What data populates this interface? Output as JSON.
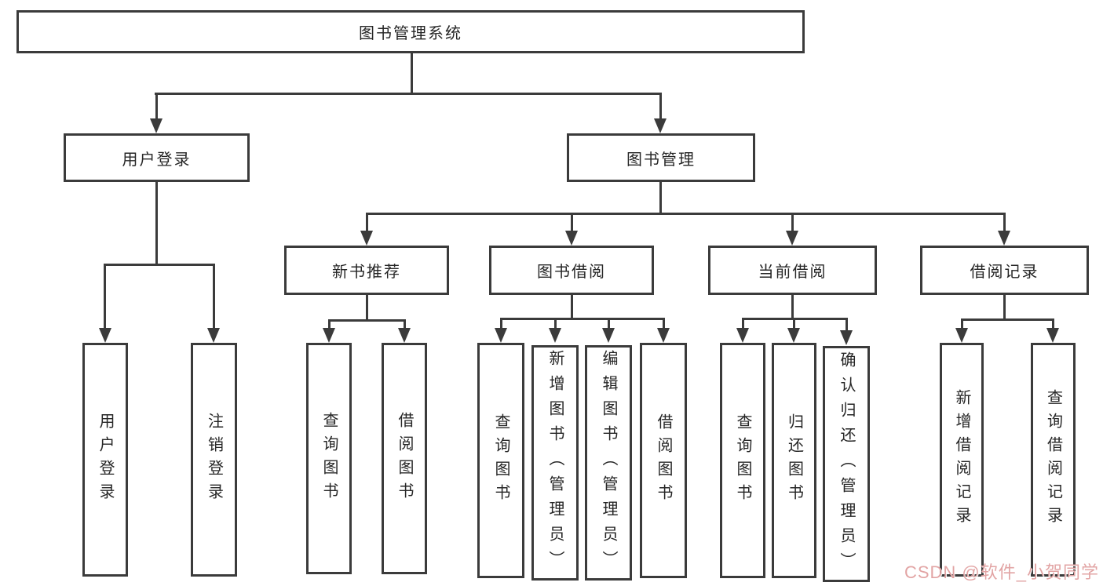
{
  "tree": {
    "root_label": "图书管理系统",
    "branches": [
      {
        "label": "用户登录",
        "children": [
          "用户登录",
          "注销登录"
        ]
      },
      {
        "label": "图书管理",
        "groups": [
          {
            "label": "新书推荐",
            "children": [
              "查询图书",
              "借阅图书"
            ]
          },
          {
            "label": "图书借阅",
            "children": [
              "查询图书",
              "新增图书（管理员）",
              "编辑图书（管理员）",
              "借阅图书"
            ]
          },
          {
            "label": "当前借阅",
            "children": [
              "查询图书",
              "归还图书",
              "确认归还（管理员）"
            ]
          },
          {
            "label": "借阅记录",
            "children": [
              "新增借阅记录",
              "查询借阅记录"
            ]
          }
        ]
      }
    ]
  },
  "watermark": {
    "text": "CSDN @软件_小贺同学",
    "color": "#e2a4a4"
  },
  "colors": {
    "line": "#3b3b3b",
    "text": "#262626",
    "background": "#ffffff"
  }
}
